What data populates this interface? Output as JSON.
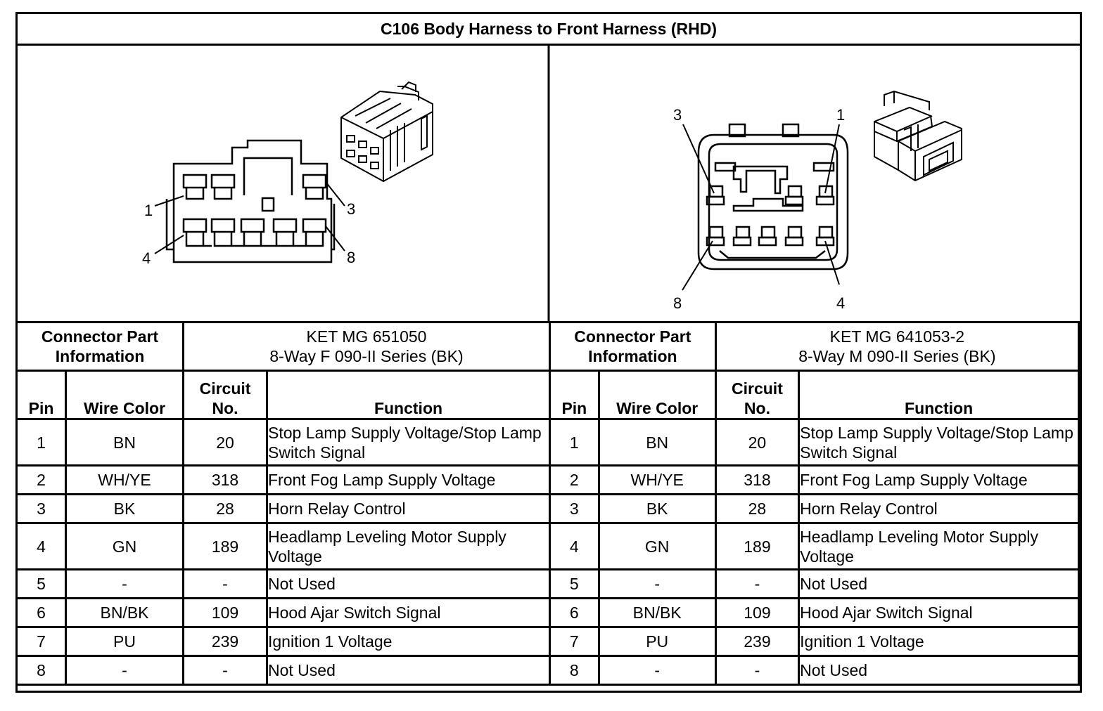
{
  "title": "C106 Body Harness to Front Harness (RHD)",
  "colors": {
    "line": "#000000",
    "background": "#ffffff"
  },
  "left_connector": {
    "pin_labels": {
      "p1": "1",
      "p3": "3",
      "p4": "4",
      "p8": "8"
    },
    "info_label": "Connector Part Information",
    "part_line1": "KET MG 651050",
    "part_line2": "8-Way F 090-II Series (BK)"
  },
  "right_connector": {
    "pin_labels": {
      "p1": "1",
      "p3": "3",
      "p4": "4",
      "p8": "8"
    },
    "info_label": "Connector Part Information",
    "part_line1": "KET MG 641053-2",
    "part_line2": "8-Way M 090-II Series (BK)"
  },
  "columns": {
    "pin": "Pin",
    "wire_color": "Wire Color",
    "circuit": "Circuit No.",
    "function": "Function"
  },
  "rows": [
    {
      "pin": "1",
      "wire": "BN",
      "circuit": "20",
      "function": "Stop Lamp Supply Voltage/Stop Lamp Switch Signal"
    },
    {
      "pin": "2",
      "wire": "WH/YE",
      "circuit": "318",
      "function": "Front Fog Lamp Supply Voltage"
    },
    {
      "pin": "3",
      "wire": "BK",
      "circuit": "28",
      "function": "Horn Relay Control"
    },
    {
      "pin": "4",
      "wire": "GN",
      "circuit": "189",
      "function": "Headlamp Leveling Motor Supply Voltage"
    },
    {
      "pin": "5",
      "wire": "-",
      "circuit": "-",
      "function": "Not Used"
    },
    {
      "pin": "6",
      "wire": "BN/BK",
      "circuit": "109",
      "function": "Hood Ajar Switch Signal"
    },
    {
      "pin": "7",
      "wire": "PU",
      "circuit": "239",
      "function": "Ignition 1 Voltage"
    },
    {
      "pin": "8",
      "wire": "-",
      "circuit": "-",
      "function": "Not Used"
    }
  ]
}
